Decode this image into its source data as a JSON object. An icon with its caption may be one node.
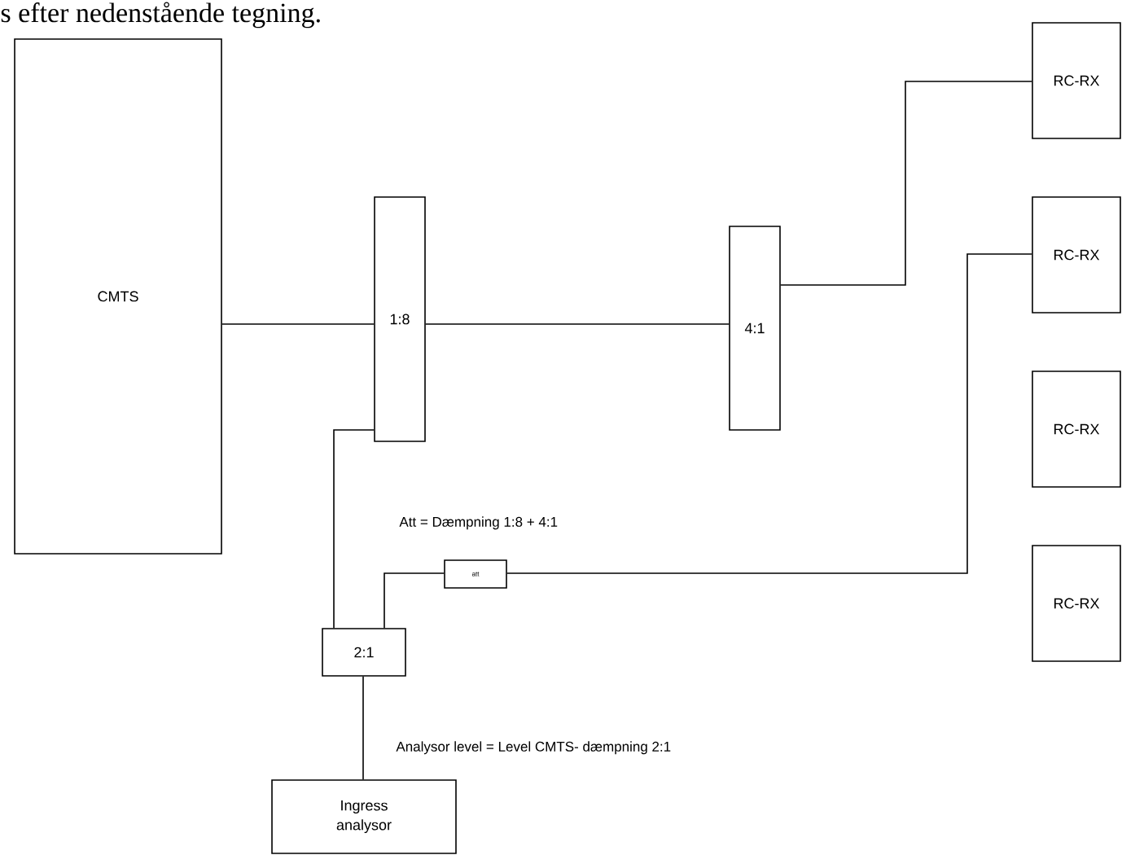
{
  "diagram": {
    "nodes": [
      {
        "text": [
          "CMTS"
        ]
      },
      {
        "text": [
          "1:8"
        ]
      },
      {
        "text": [
          "4:1"
        ]
      },
      {
        "text": [
          "RC-RX"
        ]
      },
      {
        "text": [
          "RC-RX"
        ]
      },
      {
        "text": [
          "RC-RX"
        ]
      },
      {
        "text": [
          "RC-RX"
        ]
      },
      {
        "text": [
          "att"
        ]
      },
      {
        "text": [
          "2:1"
        ]
      },
      {
        "text": [
          "Ingress analysor"
        ]
      }
    ],
    "edges": [
      {
        "from": 0,
        "to": 1,
        "arrow": "none"
      },
      {
        "from": 1,
        "to": 2,
        "arrow": "none"
      },
      {
        "from": 2,
        "to": 3,
        "arrow": "none"
      },
      {
        "from": 1,
        "to": 8,
        "arrow": "none"
      },
      {
        "from": 8,
        "to": 7,
        "arrow": "none"
      },
      {
        "from": 7,
        "to": 4,
        "arrow": "none"
      },
      {
        "from": 8,
        "to": 9,
        "arrow": "none"
      }
    ],
    "labels": [
      "s efter nedenstående tegning.",
      "Att = Dæmpning 1:8 + 4:1",
      "Analysor level = Level CMTS- dæmpning 2:1"
    ]
  }
}
